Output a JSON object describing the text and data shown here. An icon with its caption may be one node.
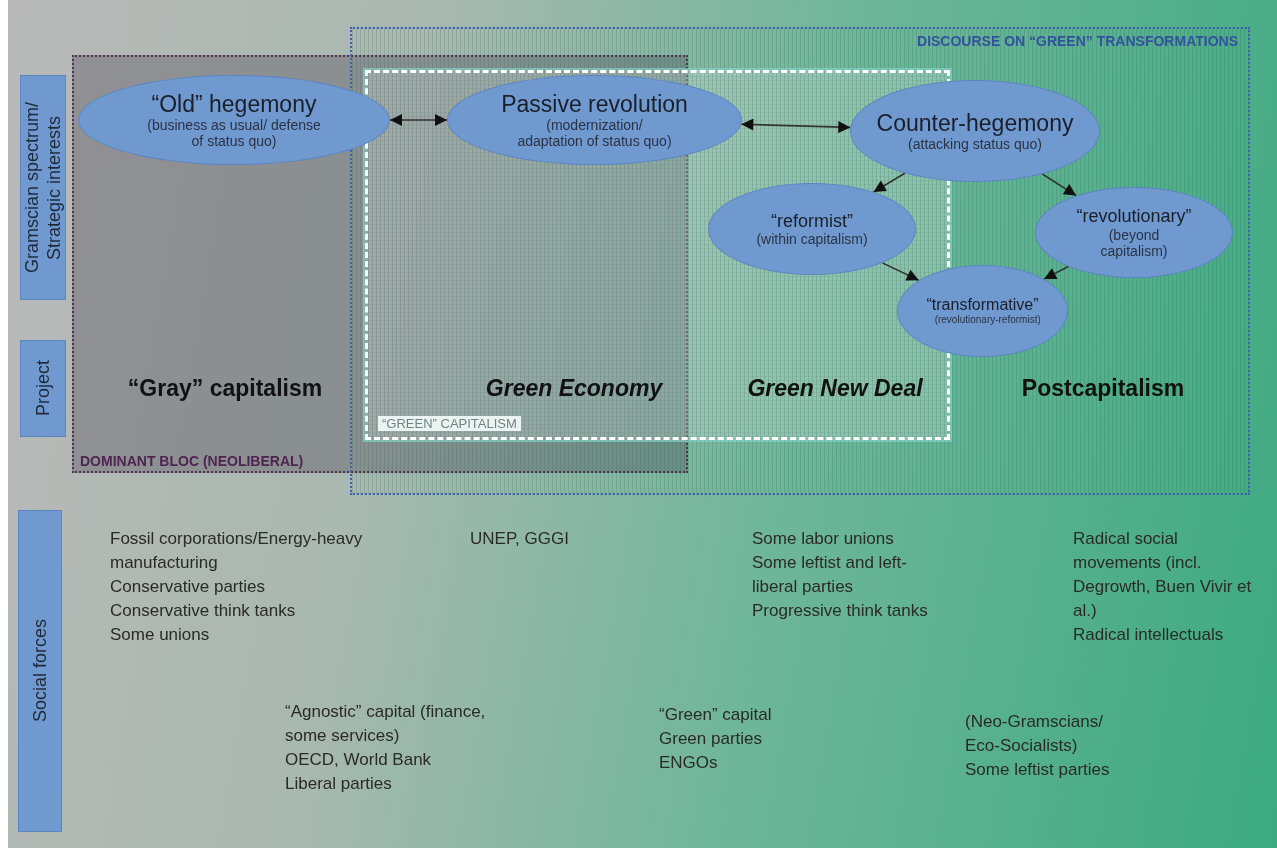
{
  "diagram": {
    "nodes": [
      {
        "text": [
          "DOMINANT BLOC (NEOLIBERAL)"
        ]
      },
      {
        "text": [
          "DISCOURSE ON “GREEN” TRANSFORMATIONS"
        ]
      },
      {
        "text": [
          "“GREEN” CAPITALISM"
        ],
        "in": 1
      },
      {
        "text": [
          "“Old” hegemony",
          "(business as usual/ defense of status quo)"
        ],
        "in": 0
      },
      {
        "text": [
          "Passive revolution",
          "(modernization/ adaptation of status quo)"
        ],
        "in": 2
      },
      {
        "text": [
          "Counter-hegemony",
          "(attacking status quo)"
        ],
        "in": 1
      },
      {
        "text": [
          "“reformist”",
          "(within capitalism)"
        ],
        "in": 2
      },
      {
        "text": [
          "“revolutionary”",
          "(beyond capitalism)"
        ],
        "in": 1
      },
      {
        "text": [
          "“transformative”",
          "(revolutionary-reformist)"
        ],
        "in": 1
      },
      {
        "text": [
          "Gramscian spectrum/ Strategic interests"
        ]
      },
      {
        "text": [
          "Project"
        ]
      },
      {
        "text": [
          "Social forces"
        ]
      }
    ],
    "edges": [
      {
        "from": 3,
        "to": 4,
        "arrow": "both"
      },
      {
        "from": 4,
        "to": 5,
        "arrow": "both"
      },
      {
        "from": 5,
        "to": 6,
        "arrow": "to"
      },
      {
        "from": 5,
        "to": 7,
        "arrow": "to"
      },
      {
        "from": 6,
        "to": 8,
        "arrow": "to"
      },
      {
        "from": 7,
        "to": 8,
        "arrow": "to"
      }
    ],
    "labels": [
      "“Gray” capitalism",
      "Green Economy",
      "Green New Deal",
      "Postcapitalism",
      "Fossil corporations/Energy-heavy manufacturing",
      "Conservative parties",
      "Conservative think tanks",
      "Some unions",
      "UNEP, GGGI",
      "Some labor unions",
      "Some leftist and left-liberal parties",
      "Progressive think tanks",
      "Radical social movements (incl. Degrowth, Buen Vivir et al.)",
      "Radical intellectuals",
      "“Agnostic” capital (finance, some services)",
      "OECD, World Bank",
      "Liberal parties",
      "“Green” capital",
      "Green parties",
      "ENGOs",
      "(Neo-Gramscians/ Eco-Socialists)",
      "Some leftist parties"
    ]
  }
}
